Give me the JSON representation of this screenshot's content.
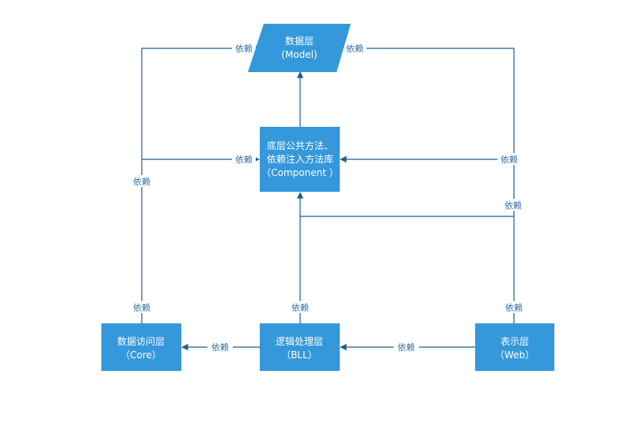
{
  "diagram": {
    "colors": {
      "node_fill": "#3498db",
      "edge": "#1f5f8b",
      "label_text": "#2e6da4",
      "background": "#ffffff"
    },
    "nodes": {
      "model": {
        "line1": "数据层",
        "line2": "(Model)"
      },
      "component": {
        "line1": "底层公共方法、",
        "line2": "依赖注入方法库",
        "line3": "（Component ）"
      },
      "core": {
        "line1": "数据访问层",
        "line2": "（Core）"
      },
      "bll": {
        "line1": "逻辑处理层",
        "line2": "（BLL）"
      },
      "web": {
        "line1": "表示层",
        "line2": "（Web）"
      }
    },
    "edge_labels": {
      "core_to_model": "依赖",
      "core_to_component": "依赖",
      "core_vertical": "依赖",
      "core_bottom": "依赖",
      "web_to_model": "依赖",
      "web_to_component": "依赖",
      "web_to_component_low": "依赖",
      "web_bottom": "依赖",
      "bll_up": "依赖",
      "bll_to_core": "依赖",
      "web_to_bll": "依赖"
    }
  }
}
